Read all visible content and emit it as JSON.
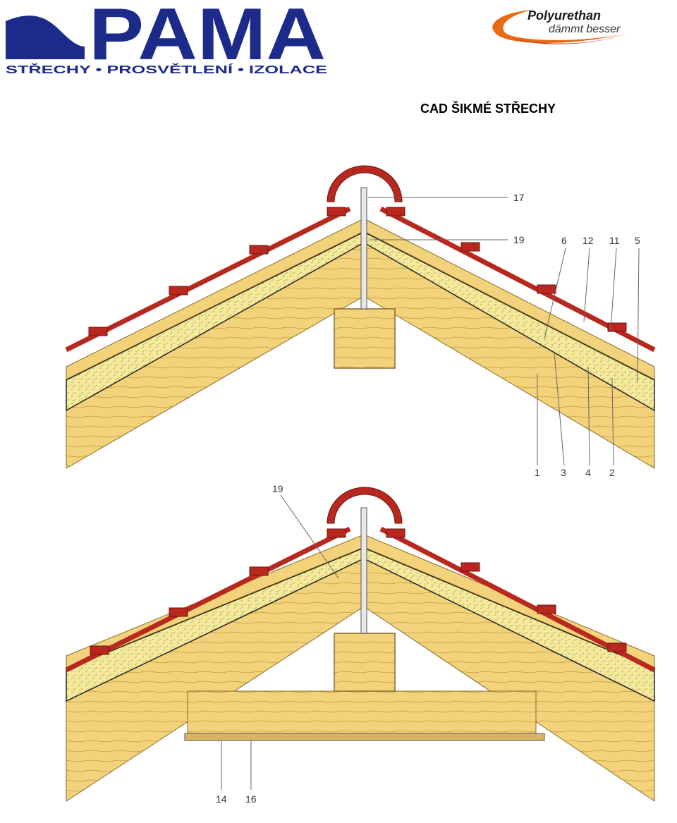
{
  "header": {
    "logo_text": "PAMA",
    "logo_tagline": "STŘECHY • PROSVĚTLENÍ • IZOLACE",
    "brand2_line1": "Polyurethan",
    "brand2_line2": "dämmt besser"
  },
  "title": "CAD ŠIKMÉ STŘECHY",
  "diagrams": [
    {
      "id": "ridge-detail-1",
      "labels": [
        "17",
        "19",
        "6",
        "12",
        "11",
        "5",
        "1",
        "3",
        "4",
        "2"
      ]
    },
    {
      "id": "ridge-detail-2",
      "labels": [
        "19",
        "14",
        "16"
      ]
    }
  ],
  "colors": {
    "logo_blue": "#1c2a8a",
    "tile_red": "#b8281e",
    "wood": "#f2d27a",
    "insulation": "#f4ea9c",
    "brand2_orange": "#e86a12"
  }
}
